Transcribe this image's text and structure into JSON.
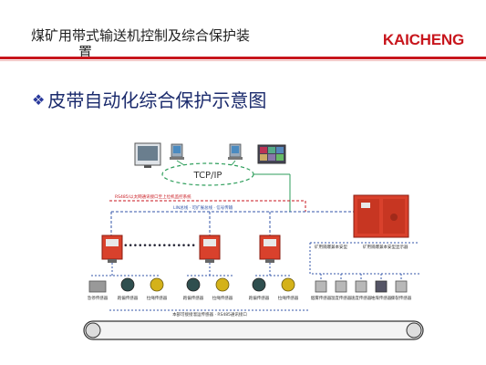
{
  "header": {
    "title_line1": "煤矿用带式输送机控制及综合保护装",
    "title_line2": "置",
    "brand": "KAICHENG"
  },
  "section": {
    "bullet_symbol": "❖",
    "heading": "皮带自动化综合保护示意图"
  },
  "diagram": {
    "network_label": "TCP/IP",
    "ellipsis": "•••••••••••••••",
    "top_note": "RS485/以太网通讯接口至上位机监控系统",
    "bus_note": "LIN总线 · 可扩展总线 · 信号传输",
    "right_note_1": "矿用隔爆兼本安型",
    "right_note_2": "矿用隔爆兼本安型显示器",
    "bottom_note": "本部可接接溜运传感器 · RS485通讯接口",
    "left_sensor_labels": [
      "急停传感器",
      "跑偏传感器",
      "拉绳传感器"
    ],
    "mid_sensor_labels": [
      "跑偏传感器",
      "拉绳传感器"
    ],
    "right_sensor_labels": [
      "跑偏传感器",
      "拉绳传感器"
    ],
    "far_right_labels": [
      "烟雾传感器",
      "温度传感器",
      "速度传感器",
      "堆煤传感器",
      "撕裂传感器"
    ]
  },
  "colors": {
    "accent": "#c8161d",
    "panel_red": "#d9412c",
    "network_green": "#2e9e5b",
    "bus_blue": "#3355aa"
  }
}
